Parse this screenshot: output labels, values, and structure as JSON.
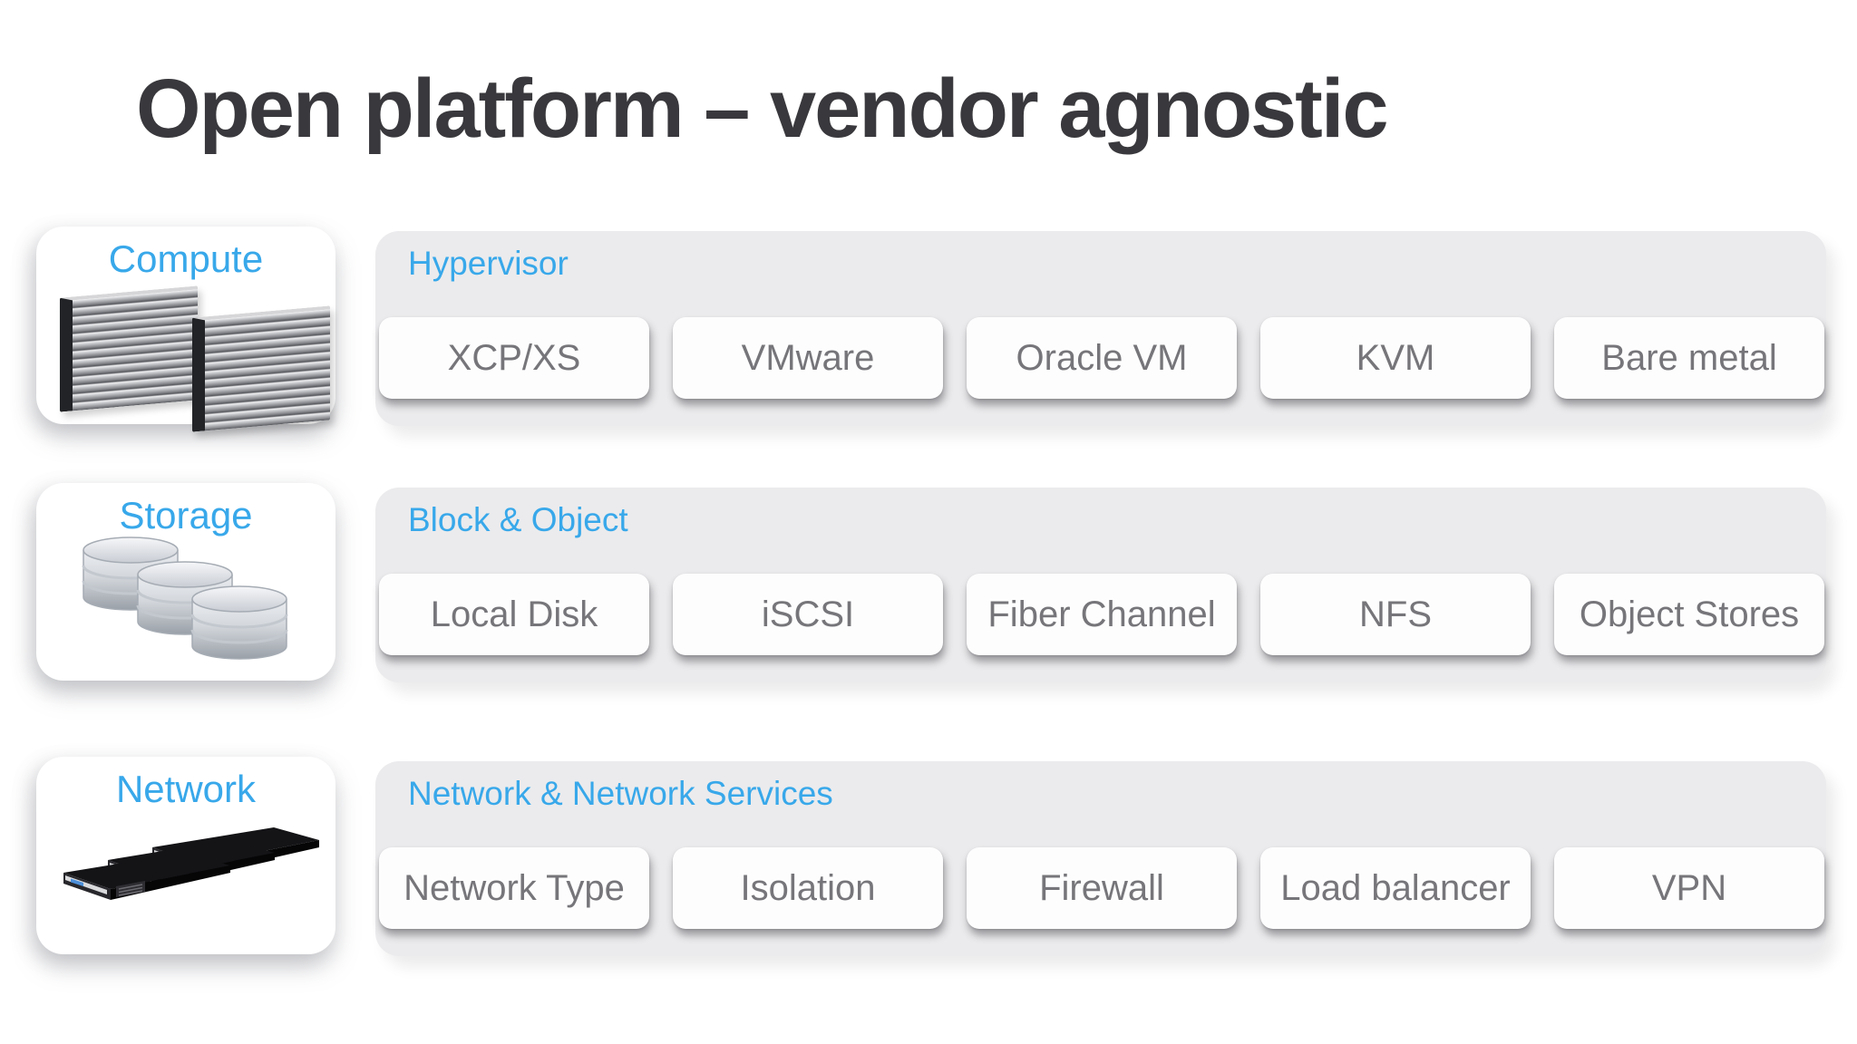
{
  "title": "Open platform – vendor agnostic",
  "colors": {
    "accent_blue": "#38a8ea",
    "title_text": "#39393d",
    "panel_gray": "#ebebed",
    "option_text": "#76767a"
  },
  "rows": [
    {
      "card_label": "Compute",
      "icon": "compute-servers-icon",
      "panel_label": "Hypervisor",
      "buttons": [
        "XCP/XS",
        "VMware",
        "Oracle VM",
        "KVM",
        "Bare metal"
      ]
    },
    {
      "card_label": "Storage",
      "icon": "storage-disks-icon",
      "panel_label": "Block & Object",
      "buttons": [
        "Local Disk",
        "iSCSI",
        "Fiber Channel",
        "NFS",
        "Object Stores"
      ]
    },
    {
      "card_label": "Network",
      "icon": "network-switches-icon",
      "panel_label": "Network & Network Services",
      "buttons": [
        "Network Type",
        "Isolation",
        "Firewall",
        "Load balancer",
        "VPN"
      ]
    }
  ]
}
